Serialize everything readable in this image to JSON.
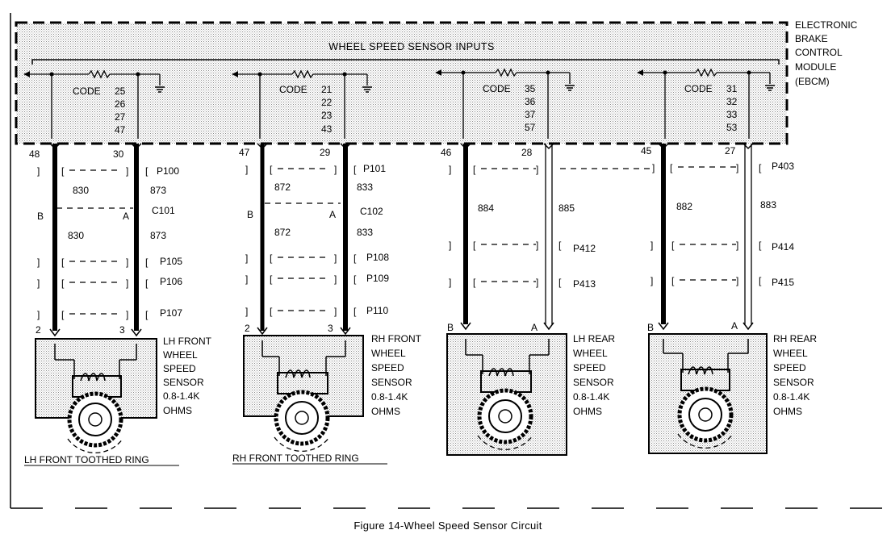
{
  "module": {
    "title": "WHEEL SPEED SENSOR INPUTS",
    "name_lines": [
      "ELECTRONIC",
      "BRAKE",
      "CONTROL",
      "MODULE",
      "(EBCM)"
    ]
  },
  "code_label": "CODE",
  "figure_caption": "Figure 14-Wheel Speed Sensor Circuit",
  "channels": [
    {
      "codes": [
        "25",
        "26",
        "27",
        "47"
      ],
      "pin_left": "48",
      "pin_right": "30",
      "wire_left": "830",
      "wire_right": "873",
      "wire_left_2": "830",
      "wire_right_2": "873",
      "conn_top": "P100",
      "inline": "C101",
      "inline_left": "B",
      "inline_right": "A",
      "conns": [
        "P105",
        "P106",
        "P107"
      ],
      "term_left": "2",
      "term_right": "3",
      "sensor_lines": [
        "LH FRONT",
        "WHEEL",
        "SPEED",
        "SENSOR",
        "0.8-1.4K",
        "OHMS"
      ],
      "ring_label": "LH FRONT TOOTHED RING"
    },
    {
      "codes": [
        "21",
        "22",
        "23",
        "43"
      ],
      "pin_left": "47",
      "pin_right": "29",
      "wire_left": "872",
      "wire_right": "833",
      "wire_left_2": "872",
      "wire_right_2": "833",
      "conn_top": "P101",
      "inline": "C102",
      "inline_left": "B",
      "inline_right": "A",
      "conns": [
        "P108",
        "P109",
        "P110"
      ],
      "term_left": "2",
      "term_right": "3",
      "sensor_lines": [
        "RH FRONT",
        "WHEEL",
        "SPEED",
        "SENSOR",
        "0.8-1.4K",
        "OHMS"
      ],
      "ring_label": "RH FRONT TOOTHED RING"
    },
    {
      "codes": [
        "35",
        "36",
        "37",
        "57"
      ],
      "pin_left": "46",
      "pin_right": "28",
      "wire_left": "884",
      "wire_right": "885",
      "conn_top": "P403",
      "conns": [
        "P412",
        "P413"
      ],
      "term_left": "B",
      "term_right": "A",
      "sensor_lines": [
        "LH REAR",
        "WHEEL",
        "SPEED",
        "SENSOR",
        "0.8-1.4K",
        "OHMS"
      ]
    },
    {
      "codes": [
        "31",
        "32",
        "33",
        "53"
      ],
      "pin_left": "45",
      "pin_right": "27",
      "wire_left": "882",
      "wire_right": "883",
      "conns": [
        "P414",
        "P415"
      ],
      "term_left": "B",
      "term_right": "A",
      "sensor_lines": [
        "RH REAR",
        "WHEEL",
        "SPEED",
        "SENSOR",
        "0.8-1.4K",
        "OHMS"
      ]
    }
  ]
}
